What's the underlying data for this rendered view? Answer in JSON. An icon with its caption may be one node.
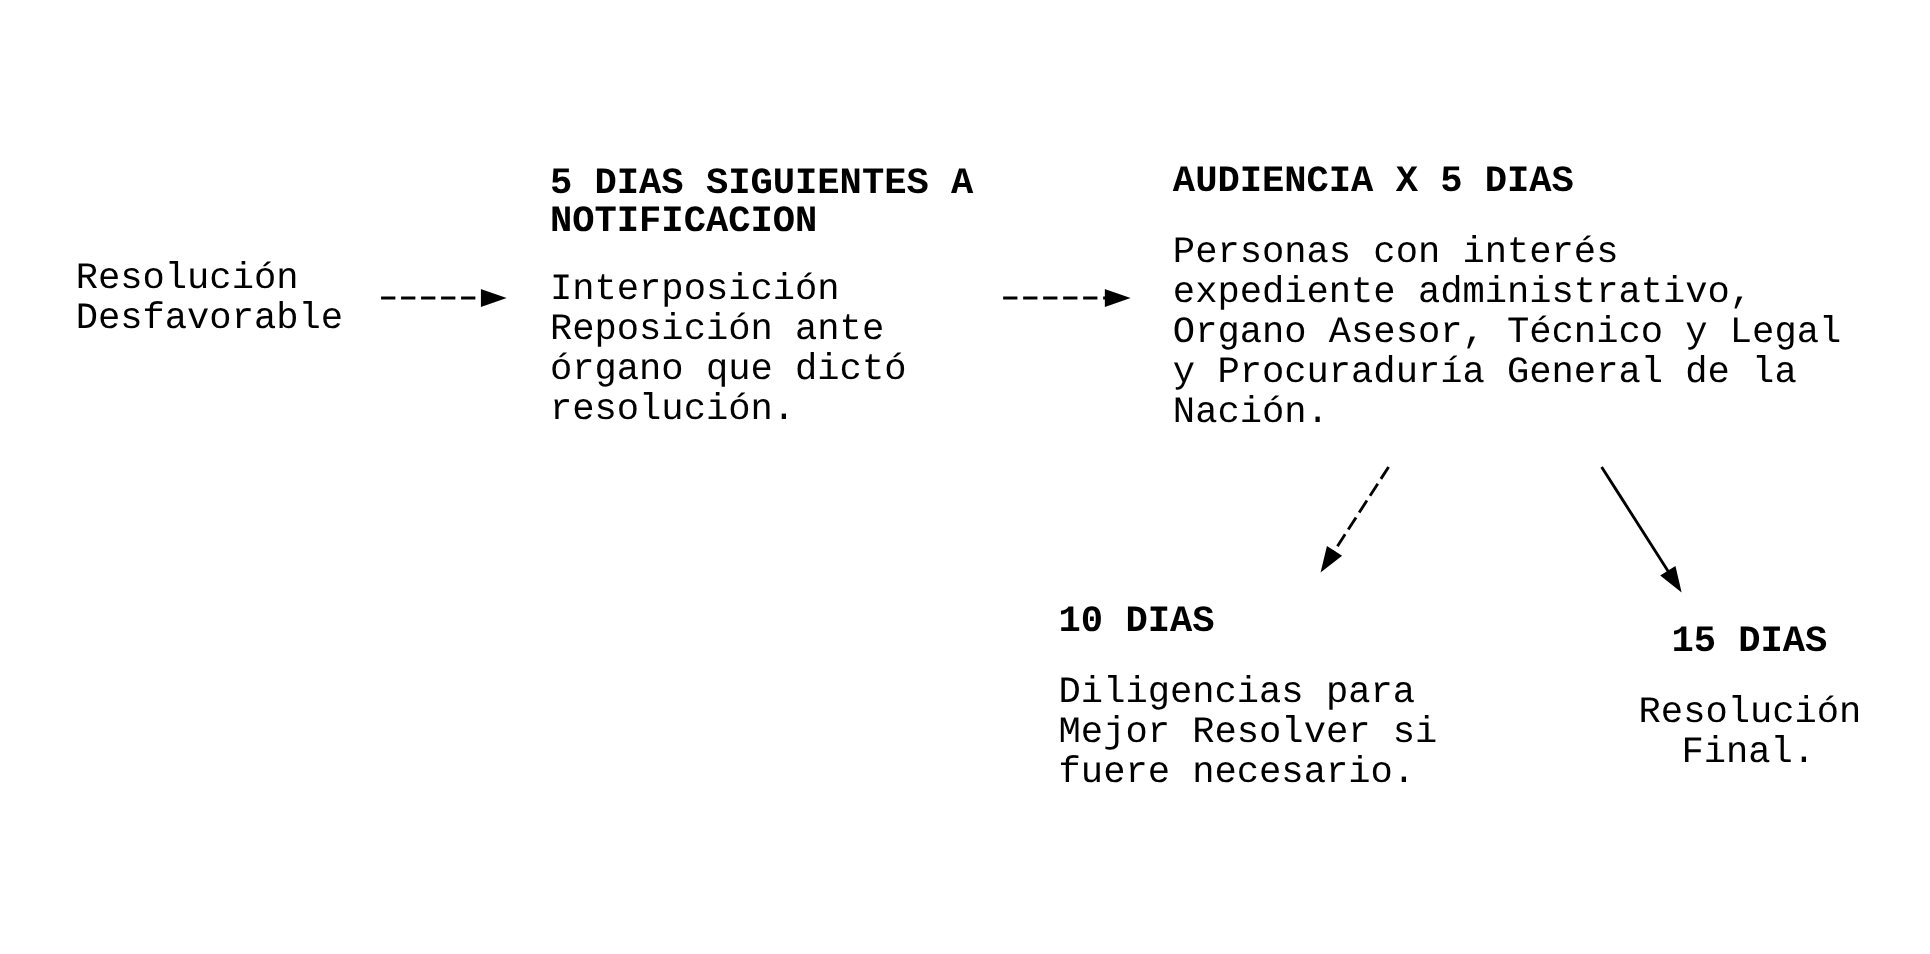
{
  "diagram": {
    "nodes": [
      {
        "text": [
          "Resolución Desfavorable"
        ]
      },
      {
        "text": [
          "5 DIAS SIGUIENTES A NOTIFICACION",
          "Interposición Reposición ante órgano que dictó resolución."
        ]
      },
      {
        "text": [
          "AUDIENCIA X 5 DIAS",
          "Personas con interés expediente administrativo, Organo Asesor, Técnico y Legal y Procuraduría General de la Nación."
        ]
      },
      {
        "text": [
          "10 DIAS",
          "Diligencias para Mejor Resolver si fuere necesario."
        ]
      },
      {
        "text": [
          "15 DIAS",
          "Resolución Final."
        ]
      }
    ],
    "edges": [
      {
        "from": 0,
        "to": 1,
        "arrow": "to",
        "style": "dashed"
      },
      {
        "from": 1,
        "to": 2,
        "arrow": "to",
        "style": "dashed"
      },
      {
        "from": 2,
        "to": 4,
        "arrow": "to"
      },
      {
        "from": 2,
        "to": 3,
        "arrow": "to",
        "style": "dashed"
      }
    ]
  }
}
